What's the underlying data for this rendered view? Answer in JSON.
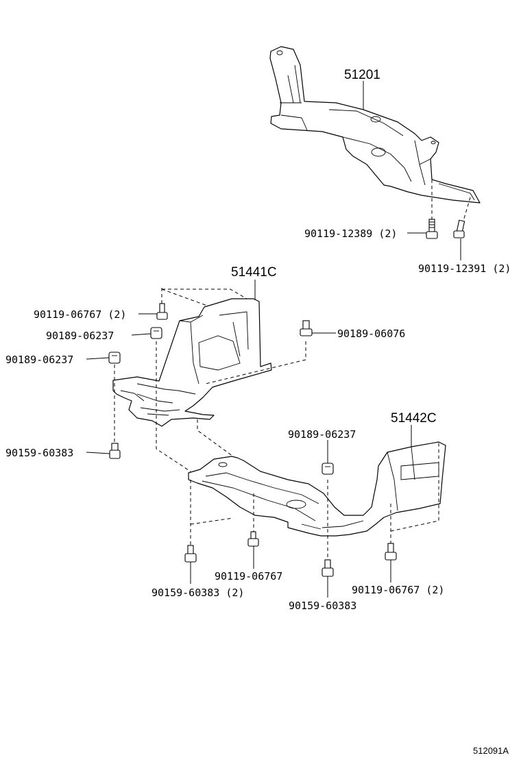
{
  "diagram": {
    "figure_code": "512091A",
    "parts": {
      "frame": "51201",
      "cover_front": "51441C",
      "cover_rear": "51442C"
    },
    "fasteners": {
      "bolt_12389": "90119-12389 (2)",
      "bolt_12391": "90119-12391 (2)",
      "bolt_06767_a": "90119-06767 (2)",
      "clip_06237_a": "90189-06237",
      "clip_06237_b": "90189-06237",
      "clip_06076": "90189-06076",
      "screw_60383_a": "90159-60383",
      "clip_06237_c": "90189-06237",
      "bolt_06767_b": "90119-06767",
      "screw_60383_b": "90159-60383 (2)",
      "screw_60383_c": "90159-60383",
      "bolt_06767_c": "90119-06767 (2)"
    }
  }
}
